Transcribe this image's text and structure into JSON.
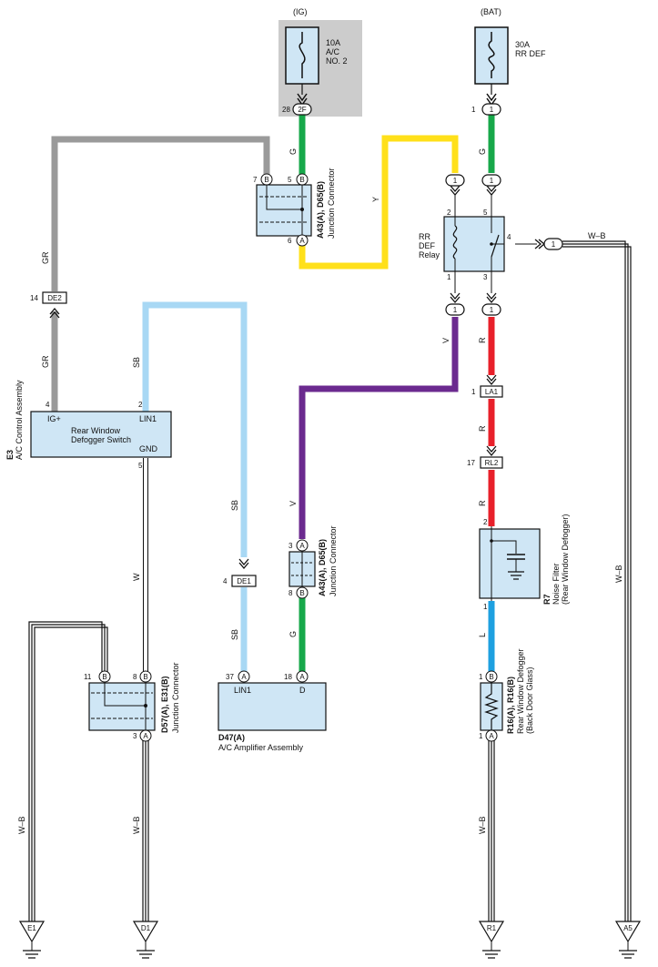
{
  "colors": {
    "G": "#17a84a",
    "Y": "#ffe01a",
    "GR": "#9a9a9a",
    "SB": "#a8d8f4",
    "V": "#6b2a8f",
    "R": "#e8202a",
    "L": "#1ea0e0",
    "W": "#ffffff",
    "box": "#cfe6f5",
    "shade": "#cccccc"
  },
  "sources": {
    "ig": "(IG)",
    "bat": "(BAT)"
  },
  "fuse_ig": {
    "line1": "10A",
    "line2": "A/C",
    "line3": "NO. 2"
  },
  "fuse_bat": {
    "line1": "30A",
    "line2": "RR DEF"
  },
  "connectors": {
    "c28": "2F",
    "c28_pin": "28",
    "b1": "1",
    "b1_pin": "1",
    "de2": "DE2",
    "de2_pin": "14",
    "de1": "DE1",
    "de1_pin": "4",
    "la1": "LA1",
    "la1_pin": "1",
    "rl2": "RL2",
    "rl2_pin": "17",
    "out1": "1",
    "out_pin": "4",
    "r_in": "1",
    "y_in": "1",
    "g_in": "1",
    "v_out": "1"
  },
  "wire_labels": {
    "g": "G",
    "y": "Y",
    "gr": "GR",
    "sb": "SB",
    "v": "V",
    "r": "R",
    "l": "L",
    "w": "W",
    "wb": "W–B"
  },
  "jc_top": {
    "pin_b_left": "7",
    "pin_b_right": "5",
    "pin_a": "6",
    "letter_b": "B",
    "letter_a": "A",
    "code": "A43(A), D65(B)",
    "name": "Junction Connector"
  },
  "jc_mid": {
    "pin_a": "3",
    "pin_b": "8",
    "letter_a": "A",
    "letter_b": "B",
    "code": "A43(A), D65(B)",
    "name": "Junction Connector"
  },
  "jc_low": {
    "pin_b_left": "11",
    "pin_b_right": "8",
    "pin_a": "3",
    "letter_b": "B",
    "letter_a": "A",
    "code": "D57(A), E31(B)",
    "name": "Junction Connector"
  },
  "relay": {
    "l1": "RR",
    "l2": "DEF",
    "l3": "Relay",
    "pin2": "2",
    "pin5": "5",
    "pin1": "1",
    "pin3": "3",
    "pin4": "4"
  },
  "ac_control": {
    "ig_plus": "IG+",
    "lin1": "LIN1",
    "gnd": "GND",
    "name1": "Rear Window",
    "name2": "Defogger Switch",
    "pin4": "4",
    "pin2": "2",
    "pin5": "5",
    "code": "E3",
    "title": "A/C Control Assembly"
  },
  "amplifier": {
    "lin1": "LIN1",
    "d": "D",
    "pin37": "37",
    "pin18": "18",
    "letter": "A",
    "code": "D47(A)",
    "name": "A/C Amplifier Assembly"
  },
  "noise_filter": {
    "pin2": "2",
    "pin1": "1",
    "code": "R7",
    "name1": "Noise Filter",
    "name2": "(Rear Window Defogger)"
  },
  "defogger": {
    "pin_b": "1",
    "pin_a": "1",
    "letter_b": "B",
    "letter_a": "A",
    "code": "R16(A), R16(B)",
    "name1": "Rear Window Defogger",
    "name2": "(Back Door Glass)"
  },
  "grounds": {
    "e1": "E1",
    "d1": "D1",
    "r1": "R1",
    "a5": "A5"
  }
}
